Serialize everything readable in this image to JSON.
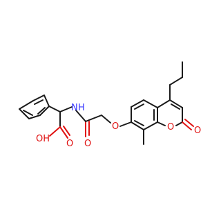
{
  "molecule": {
    "atom_labels": {
      "nh": "N",
      "nh_h": "H",
      "oh": "OH",
      "o_acid": "O",
      "o_amide": "O",
      "o_ether": "O",
      "o_ring": "O",
      "o_carbonyl": "O"
    },
    "colors": {
      "bond": "#1a1a1a",
      "oxygen": "#e01010",
      "nitrogen": "#3a3aff"
    }
  }
}
